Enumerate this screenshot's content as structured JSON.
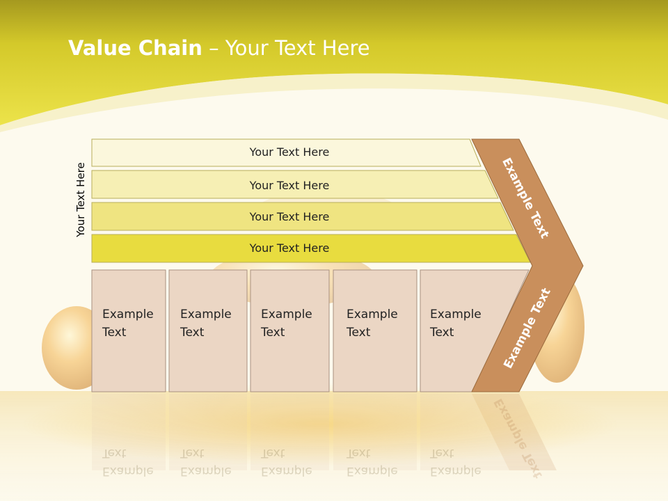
{
  "slide": {
    "title_bold": "Value Chain",
    "title_rest": " – Your Text Here",
    "side_label": "Your Text Here"
  },
  "support_bars": [
    {
      "label": "Your Text Here",
      "color": "#fbf7dc"
    },
    {
      "label": "Your Text Here",
      "color": "#f6efb4"
    },
    {
      "label": "Your Text Here",
      "color": "#efe481"
    },
    {
      "label": "Your Text Here",
      "color": "#e8dc3f"
    }
  ],
  "primary_boxes": [
    {
      "label_line1": "Example",
      "label_line2": "Text"
    },
    {
      "label_line1": "Example",
      "label_line2": "Text"
    },
    {
      "label_line1": "Example",
      "label_line2": "Text"
    },
    {
      "label_line1": "Example",
      "label_line2": "Text"
    },
    {
      "label_line1": "Example",
      "label_line2": "Text"
    }
  ],
  "arrow": {
    "upper_label": "Example Text",
    "lower_label": "Example Text",
    "color": "#c98f5c"
  },
  "colors": {
    "header_yellow": "#e3d72b",
    "box_fill": "#ebd6c4",
    "box_border": "#a89080"
  }
}
